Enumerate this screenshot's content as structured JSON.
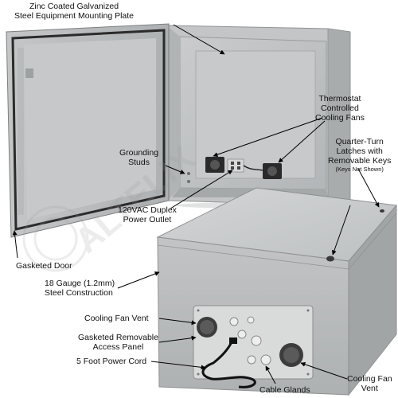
{
  "watermark": "ALTELIX",
  "callouts": {
    "mounting_plate": [
      "Zinc Coated Galvanized",
      "Steel Equipment Mounting Plate"
    ],
    "thermostat_fans": [
      "Thermostat",
      "Controlled",
      "Cooling Fans"
    ],
    "grounding_studs": [
      "Grounding",
      "Studs"
    ],
    "quarter_turn": [
      "Quarter-Turn",
      "Latches with",
      "Removable Keys"
    ],
    "keys_note": "(Keys Not Shown)",
    "duplex_outlet": [
      "120VAC Duplex",
      "Power Outlet"
    ],
    "gasketed_door": "Gasketed Door",
    "steel_construction": [
      "18 Gauge (1.2mm)",
      "Steel Construction"
    ],
    "cooling_vent_left": "Cooling Fan Vent",
    "access_panel": [
      "Gasketed Removable",
      "Access Panel"
    ],
    "power_cord": "5 Foot Power Cord",
    "cable_glands": "Cable Glands",
    "cooling_vent_right": [
      "Cooling Fan",
      "Vent"
    ]
  }
}
